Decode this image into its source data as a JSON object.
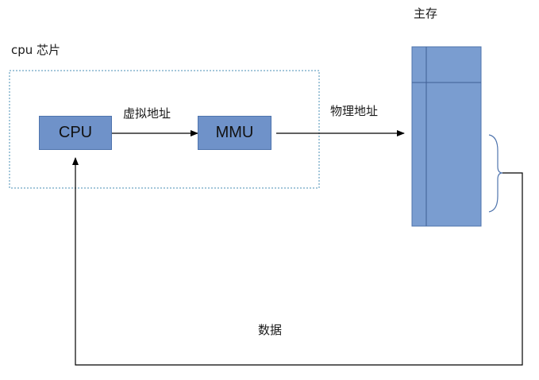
{
  "chip": {
    "label": "cpu 芯片"
  },
  "cpu": {
    "label": "CPU"
  },
  "mmu": {
    "label": "MMU"
  },
  "memory": {
    "label": "主存"
  },
  "edges": {
    "virtual_address": "虚拟地址",
    "physical_address": "物理地址",
    "data": "数据"
  },
  "colors": {
    "box_fill": "#6f92c9",
    "box_border": "#4f74ad",
    "memory_fill": "#7a9dd0",
    "chip_border": "#4a8fb5",
    "line": "#000000"
  }
}
